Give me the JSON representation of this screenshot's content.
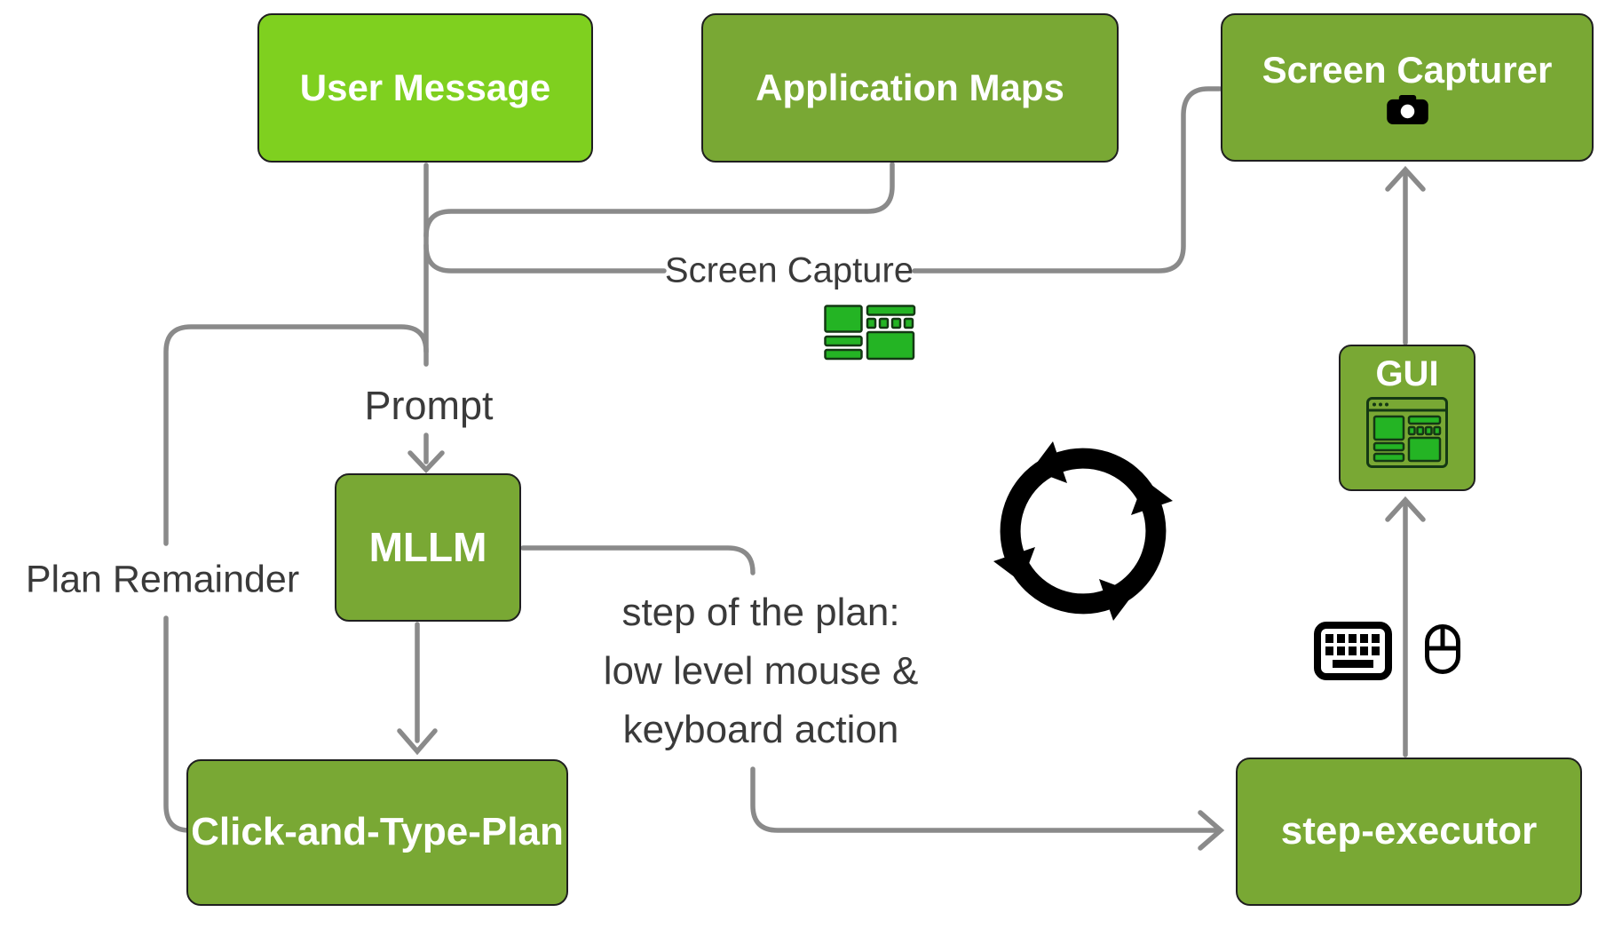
{
  "nodes": {
    "user_message": {
      "label": "User Message"
    },
    "application_maps": {
      "label": "Application Maps"
    },
    "screen_capturer": {
      "label": "Screen Capturer"
    },
    "mllm": {
      "label": "MLLM"
    },
    "click_and_type_plan": {
      "label": "Click-and-Type-Plan"
    },
    "gui": {
      "label": "GUI"
    },
    "step_executor": {
      "label": "step-executor"
    }
  },
  "labels": {
    "screen_capture": "Screen Capture",
    "prompt": "Prompt",
    "plan_remainder": "Plan Remainder",
    "step_line1": "step of the plan:",
    "step_line2": "low level mouse &",
    "step_line3": "keyboard action"
  },
  "icons": {
    "camera": "camera-icon",
    "screen_capture_thumbnail": "screen-layout-icon",
    "gui_window": "gui-window-icon",
    "cycle": "refresh-cycle-icon",
    "keyboard": "keyboard-icon",
    "mouse": "mouse-icon"
  },
  "colors": {
    "bright-green": "#7FD01F",
    "olive-green": "#79A834",
    "icon-green": "#24B424",
    "icon-outline": "#143814",
    "line-gray": "#8A8A8A",
    "label-gray": "#3A3A3A",
    "black": "#000000"
  }
}
